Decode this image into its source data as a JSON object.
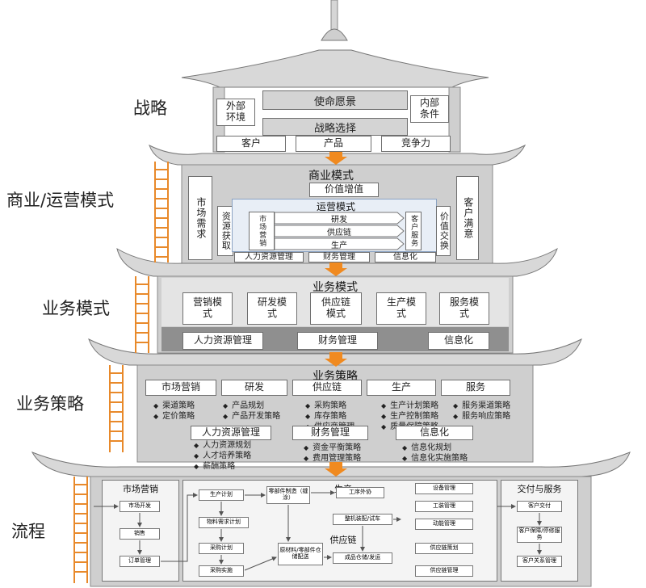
{
  "layers": {
    "strategy": "战略",
    "business_model": "商业/运营模式",
    "ops_mode": "业务模式",
    "ops_strategy": "业务策略",
    "process": "流程"
  },
  "strategy": {
    "vision": "使命愿景",
    "external": "外部环境",
    "internal": "内部条件",
    "choice": "战略选择",
    "customer": "客户",
    "product": "产品",
    "competition": "竞争力"
  },
  "business_model": {
    "title": "商业模式",
    "value_add": "价值增值",
    "market_demand": "市场需求",
    "resource": "资源获取",
    "ops_title": "运营模式",
    "marketing": "市场营销",
    "rd": "研发",
    "supply_chain": "供应链",
    "production": "生产",
    "customer_service": "客户服务",
    "value_exchange": "价值交换",
    "satisfaction": "客户满意",
    "hr": "人力资源管理",
    "finance": "财务管理",
    "it": "信息化"
  },
  "ops_mode": {
    "title": "业务模式",
    "marketing": "营销模式",
    "rd": "研发模式",
    "supply_chain": "供应链模式",
    "production": "生产模式",
    "service": "服务模式",
    "hr": "人力资源管理",
    "finance": "财务管理",
    "it": "信息化"
  },
  "ops_strategy": {
    "title": "业务策略",
    "headers": [
      "市场营销",
      "研发",
      "供应链",
      "生产",
      "服务"
    ],
    "marketing": [
      "渠道策略",
      "定价策略"
    ],
    "rd": [
      "产品规划",
      "产品开发策略"
    ],
    "supply_chain": [
      "采购策略",
      "库存策略",
      "供应商管理"
    ],
    "production": [
      "生产计划策略",
      "生产控制策略",
      "质量保障策略"
    ],
    "service": [
      "服务渠道策略",
      "服务响应策略"
    ],
    "hr_title": "人力资源管理",
    "hr": [
      "人力资源规划",
      "人才培养策略",
      "薪酬策略"
    ],
    "finance_title": "财务管理",
    "finance": [
      "资金平衡策略",
      "费用管理策略"
    ],
    "it_title": "信息化",
    "it": [
      "信息化规划",
      "信息化实施策略"
    ]
  },
  "process": {
    "marketing_title": "市场营销",
    "market_dev": "市场开发",
    "sales": "销售",
    "order_mgmt": "订单管理",
    "production_title": "生产",
    "production_plan": "生产计划",
    "material_plan": "物料需求计划",
    "purchase_plan": "采购计划",
    "purchase_exec": "采购实施",
    "parts_mfg": "零部件制造（缝涂）",
    "outsourcing": "工序外协",
    "assembly": "整机装配/试车",
    "supply_chain": "供应链",
    "raw_material": "原材料/零部件仓储配送",
    "finished_goods": "成品仓储/发运",
    "equipment": "设备管理",
    "tooling": "工装管理",
    "energy": "动能管理",
    "sc_plan": "供应链策划",
    "sc_mgmt": "供应链管理",
    "delivery_title": "交付与服务",
    "customer_delivery": "客户交付",
    "after_sales": "客户保障/停修服务",
    "crm": "客户关系管理"
  }
}
